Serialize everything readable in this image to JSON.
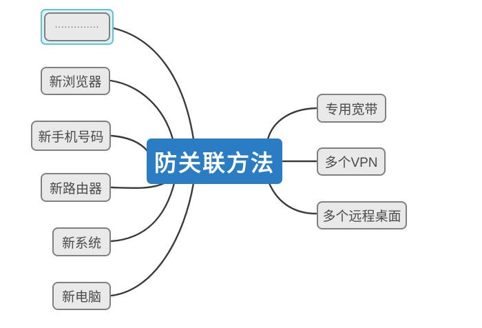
{
  "diagram": {
    "center": {
      "label": "防关联方法"
    },
    "left_nodes": [
      {
        "label": "..............",
        "selected": true
      },
      {
        "label": "新浏览器"
      },
      {
        "label": "新手机号码"
      },
      {
        "label": "新路由器"
      },
      {
        "label": "新系统"
      },
      {
        "label": "新电脑"
      }
    ],
    "right_nodes": [
      {
        "label": "专用宽带"
      },
      {
        "label": "多个VPN"
      },
      {
        "label": "多个远程桌面"
      }
    ],
    "colors": {
      "center_bg": "#2b7dc3",
      "center_text": "#ffffff",
      "node_bg": "#e9e9e9",
      "node_border": "#7f7f7f",
      "node_text": "#4a4a4a",
      "connector": "#3a3a3a",
      "selection_ring_border": "#64c1d6",
      "selection_ring_fill": "#ddf0f6",
      "background": "#ffffff"
    }
  }
}
